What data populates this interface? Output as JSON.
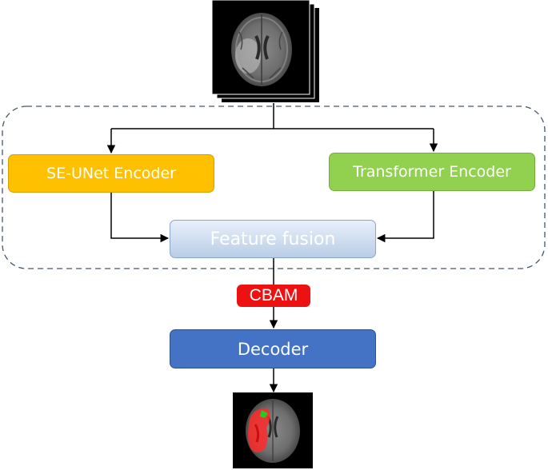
{
  "nodes": {
    "se_unet_encoder": "SE-UNet Encoder",
    "transformer_encoder": "Transformer Encoder",
    "feature_fusion": "Feature fusion",
    "cbam": "CBAM",
    "decoder": "Decoder"
  },
  "images": {
    "input": "brain-mri-input-stack",
    "output": "brain-mri-segmentation-output"
  },
  "colors": {
    "se_unet_encoder": "#ffc000",
    "transformer_encoder": "#92d050",
    "feature_fusion": "#c5d6ec",
    "cbam": "#ee1111",
    "decoder": "#4472c4",
    "segmentation_overlay": "#ff2a2a",
    "segmentation_highlight": "#22cc22"
  }
}
